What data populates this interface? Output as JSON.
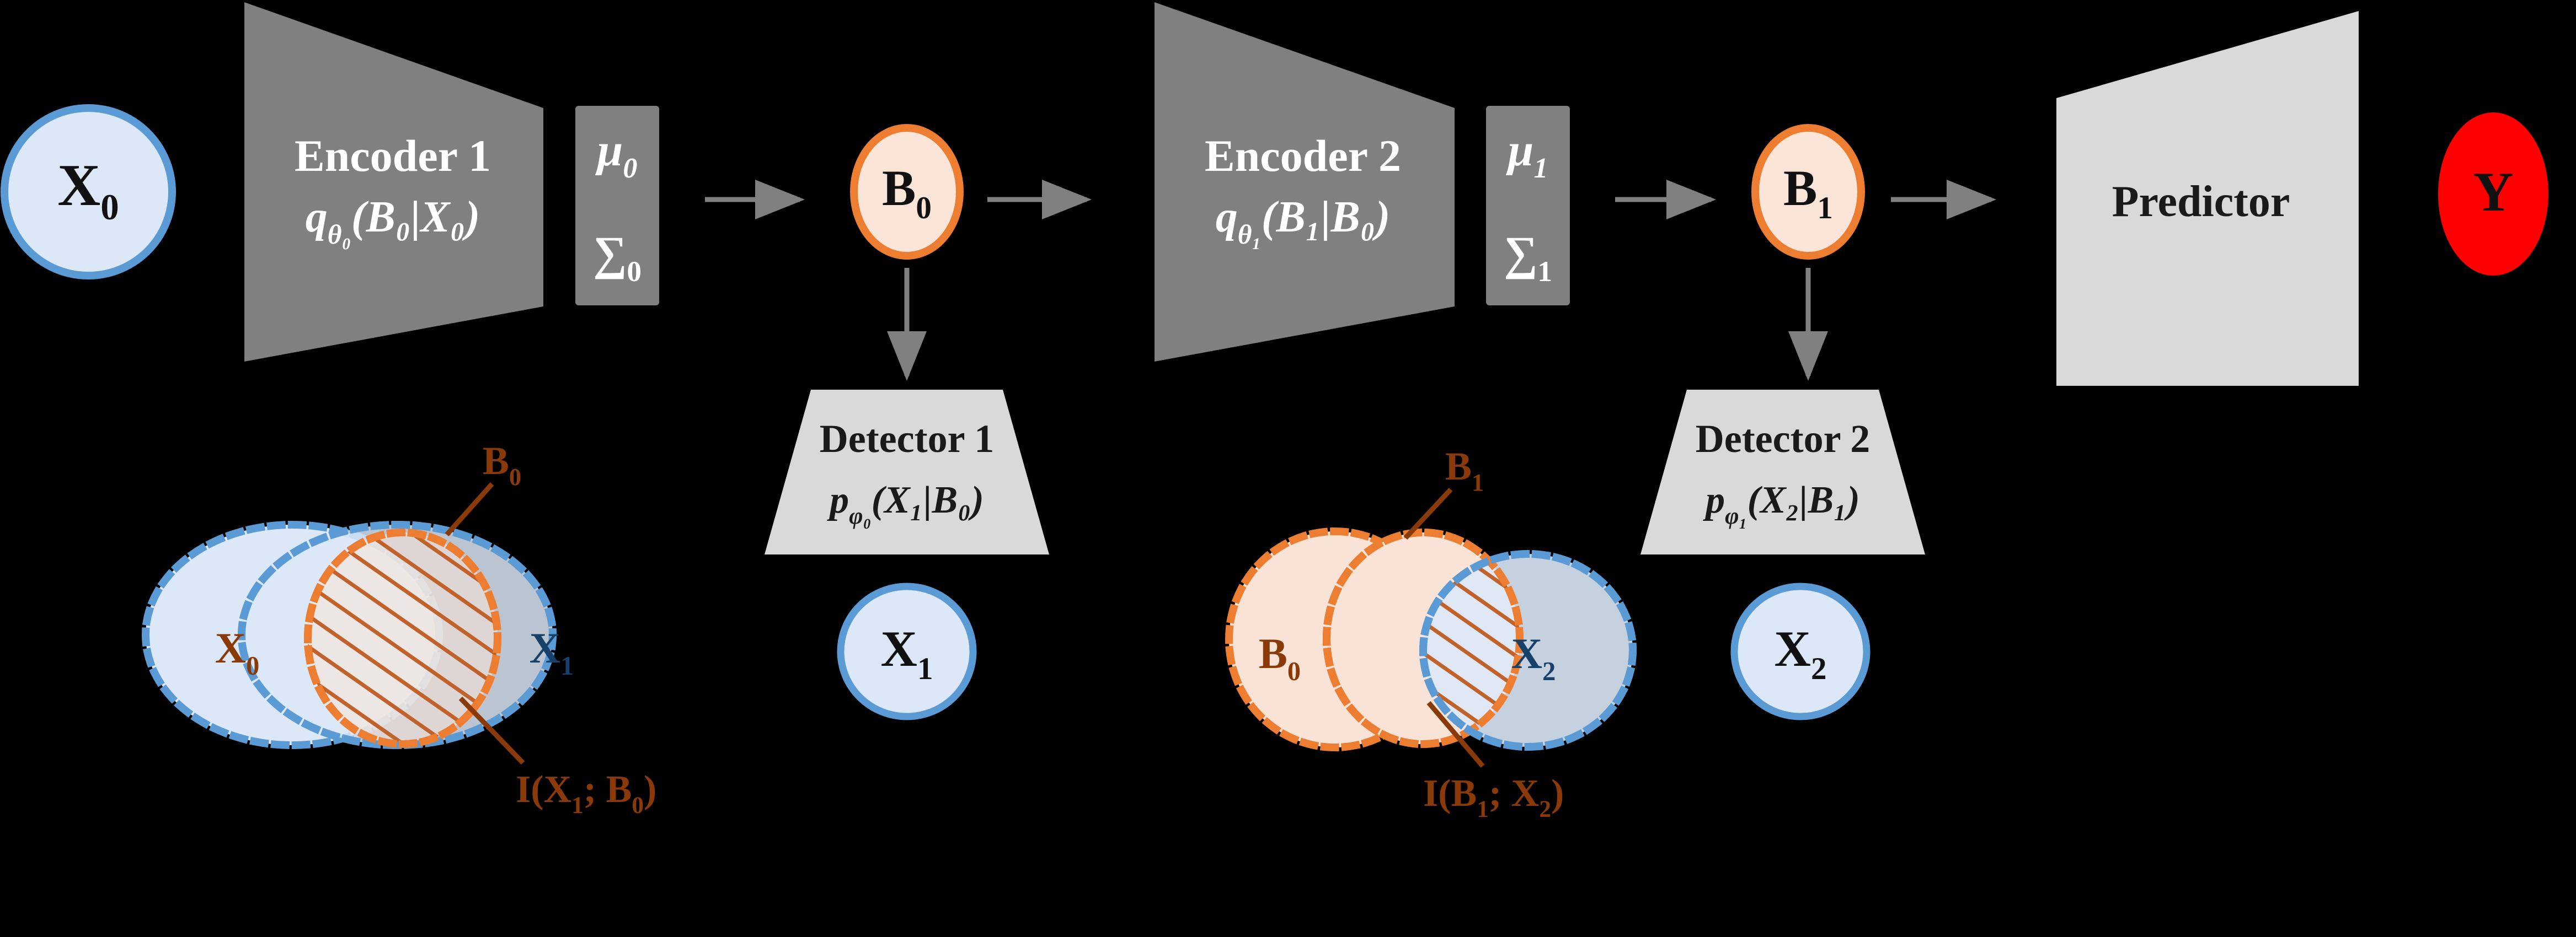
{
  "colors": {
    "background": "#000000",
    "encoder_fill": "#808080",
    "detector_fill": "#d9d9d9",
    "predictor_fill": "#d9d9d9",
    "node_blue_fill": "#dce8f7",
    "node_blue_stroke": "#5b9bd5",
    "node_orange_fill": "#fae5d8",
    "node_orange_stroke": "#ed7d31",
    "node_red_fill": "#ff0000",
    "venn_blue_fill": "#dce8f7",
    "venn_blue_dash": "#5b9bd5",
    "venn_orange_fill": "#f9e3d6",
    "venn_orange_dash": "#ed7d31",
    "hatch_stroke": "#c0622a",
    "label_orange": "#8a3a08",
    "label_blue": "#17406b",
    "arrow_gray": "#808080",
    "leader_line": "#8a3a08"
  },
  "pipeline": {
    "input_node": {
      "label": "X",
      "sub": "0"
    },
    "encoder1": {
      "title": "Encoder 1",
      "formula_main": "q",
      "formula_sub": "θ₀",
      "formula_rest": "(B₀|X₀)",
      "params_mu": "μ",
      "params_mu_sub": "0",
      "params_sigma": "∑",
      "params_sigma_sub": "0"
    },
    "bottleneck0": {
      "label": "B",
      "sub": "0"
    },
    "encoder2": {
      "title": "Encoder 2",
      "formula_main": "q",
      "formula_sub": "θ₁",
      "formula_rest": "(B₁|B₀)",
      "params_mu": "μ",
      "params_mu_sub": "1",
      "params_sigma": "∑",
      "params_sigma_sub": "1"
    },
    "bottleneck1": {
      "label": "B",
      "sub": "1"
    },
    "predictor": {
      "title": "Predictor"
    },
    "output_node": {
      "label": "Y"
    }
  },
  "detectors": [
    {
      "title": "Detector 1",
      "formula_main": "p",
      "formula_sub": "φ₀",
      "formula_rest": "(X₁|B₀)",
      "target_node": {
        "label": "X",
        "sub": "1"
      }
    },
    {
      "title": "Detector 2",
      "formula_main": "p",
      "formula_sub": "φ₁",
      "formula_rest": "(X₂|B₁)",
      "target_node": {
        "label": "X",
        "sub": "2"
      }
    }
  ],
  "venn_left": {
    "set_a": {
      "label": "X",
      "sub": "0",
      "color_role": "orange-text"
    },
    "set_b": {
      "label": "X",
      "sub": "1",
      "color_role": "blue-text"
    },
    "bottleneck": {
      "label": "B",
      "sub": "0"
    },
    "intersection": {
      "label": "I(X",
      "sub1": "1",
      "mid": "; B",
      "sub2": "0",
      "tail": ")"
    }
  },
  "venn_right": {
    "set_a": {
      "label": "B",
      "sub": "0",
      "color_role": "orange-text"
    },
    "set_b": {
      "label": "X",
      "sub": "2",
      "color_role": "blue-text"
    },
    "bottleneck": {
      "label": "B",
      "sub": "1"
    },
    "intersection": {
      "label": "I(B",
      "sub1": "1",
      "mid": "; X",
      "sub2": "2",
      "tail": ")"
    }
  }
}
